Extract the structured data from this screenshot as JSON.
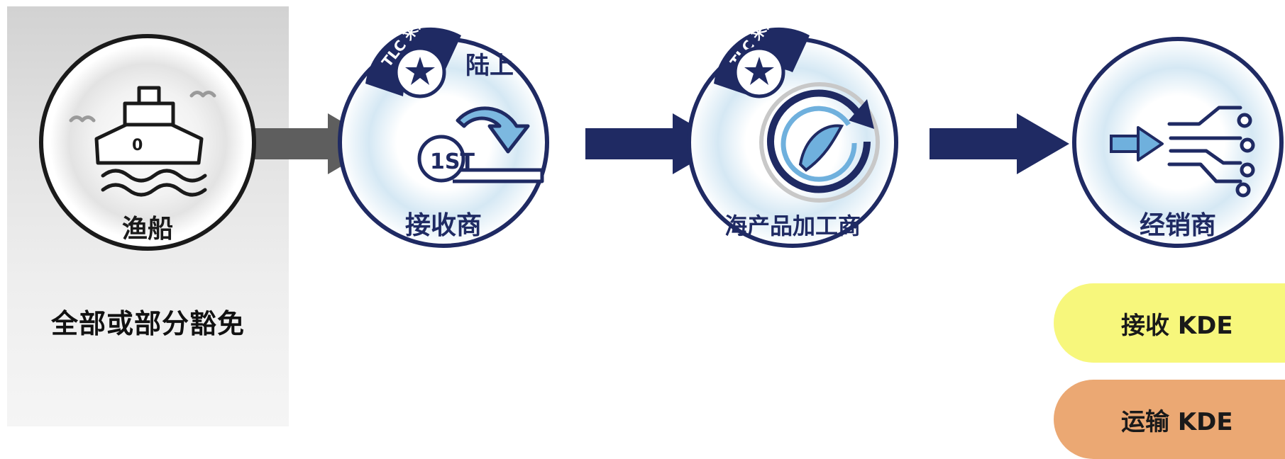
{
  "colors": {
    "navy": "#1f2a63",
    "gray_arrow": "#5e5e5e",
    "receive_kde": "#f7f77c",
    "shipping_kde": "#eba873"
  },
  "nodes": [
    {
      "id": "fishing-vessel",
      "label": "渔船",
      "icon": "ship-icon"
    },
    {
      "id": "first-land-based-receiver",
      "label": "接收商",
      "top_label": "陆上",
      "badge": "TLC 来源",
      "icon": "first-receiver-icon",
      "badge_icon": "star-icon",
      "icon_text": "1ST"
    },
    {
      "id": "seafood-processor",
      "label": "海产品加工商",
      "badge": "TLC 来源",
      "icon": "fish-cycle-icon",
      "badge_icon": "star-icon"
    },
    {
      "id": "distributor",
      "label": "经销商",
      "icon": "distribution-icon"
    }
  ],
  "vessel_icon_text": "0",
  "exemption": {
    "label": "全部或部分豁免"
  },
  "kde_pills": [
    {
      "label": "接收 KDE",
      "color": "#f7f77c"
    },
    {
      "label": "运输 KDE",
      "color": "#eba873"
    }
  ]
}
